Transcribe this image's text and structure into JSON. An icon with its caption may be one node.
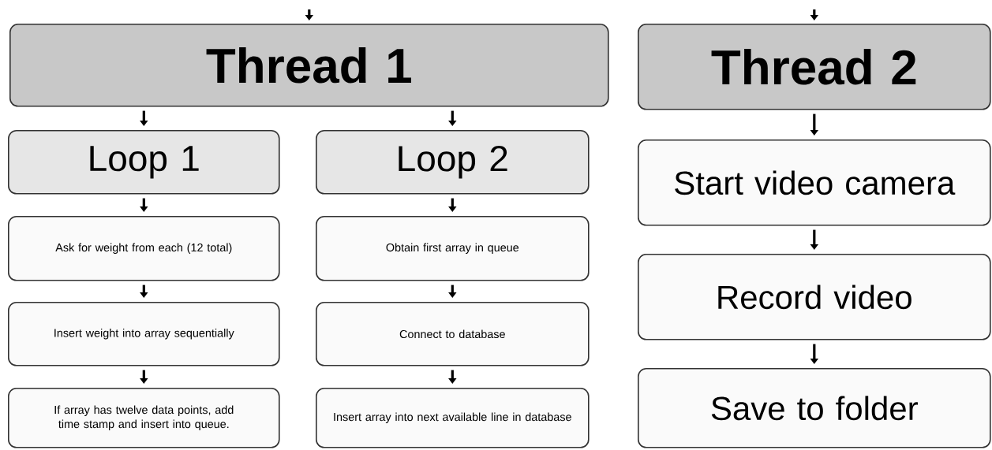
{
  "diagram": {
    "nodes": [
      {
        "text": [
          "Thread 1"
        ]
      },
      {
        "text": [
          "Loop 1"
        ]
      },
      {
        "text": [
          "Ask for weight from each (12 total)"
        ]
      },
      {
        "text": [
          "Insert weight into array sequentially"
        ]
      },
      {
        "text": [
          "If array has twelve data points, add time stamp and insert into queue."
        ]
      },
      {
        "text": [
          "Loop 2"
        ]
      },
      {
        "text": [
          "Obtain first array in queue"
        ]
      },
      {
        "text": [
          "Connect to database"
        ]
      },
      {
        "text": [
          "Insert array into next available line in database"
        ]
      },
      {
        "text": [
          "Thread 2"
        ]
      },
      {
        "text": [
          "Start video camera"
        ]
      },
      {
        "text": [
          "Record video"
        ]
      },
      {
        "text": [
          "Save to folder"
        ]
      }
    ],
    "edges": [
      {
        "from": null,
        "to": 0,
        "arrow": "to"
      },
      {
        "from": 0,
        "to": 1,
        "arrow": "to"
      },
      {
        "from": 0,
        "to": 5,
        "arrow": "to"
      },
      {
        "from": 1,
        "to": 2,
        "arrow": "to"
      },
      {
        "from": 2,
        "to": 3,
        "arrow": "to"
      },
      {
        "from": 3,
        "to": 4,
        "arrow": "to"
      },
      {
        "from": 5,
        "to": 6,
        "arrow": "to"
      },
      {
        "from": 6,
        "to": 7,
        "arrow": "to"
      },
      {
        "from": 7,
        "to": 8,
        "arrow": "to"
      },
      {
        "from": null,
        "to": 9,
        "arrow": "to"
      },
      {
        "from": 9,
        "to": 10,
        "arrow": "to"
      },
      {
        "from": 10,
        "to": 11,
        "arrow": "to"
      },
      {
        "from": 11,
        "to": 12,
        "arrow": "to"
      }
    ]
  }
}
